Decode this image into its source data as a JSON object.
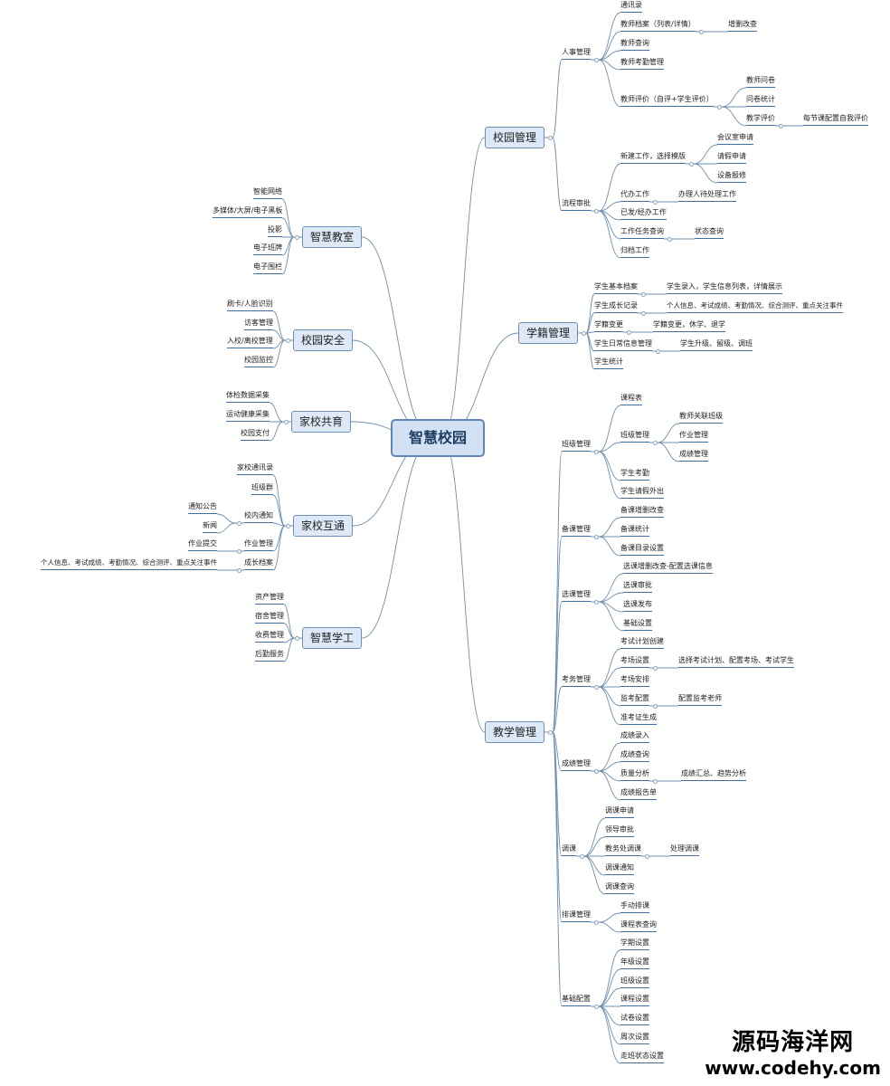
{
  "center": "智慧校园",
  "right": [
    {
      "label": "校园管理",
      "children": [
        {
          "label": "人事管理",
          "children": [
            {
              "label": "通讯录"
            },
            {
              "label": "教师档案（列表/详情）",
              "children": [
                {
                  "label": "增删改查"
                }
              ]
            },
            {
              "label": "教师查询"
            },
            {
              "label": "教师考勤管理"
            },
            {
              "label": "教师评价（自评+学生评价）",
              "children": [
                {
                  "label": "教师问卷"
                },
                {
                  "label": "问卷统计"
                },
                {
                  "label": "教学评价",
                  "children": [
                    {
                      "label": "每节课配置自我评价"
                    }
                  ]
                }
              ]
            }
          ]
        },
        {
          "label": "流程审批",
          "children": [
            {
              "label": "新建工作，选择模版",
              "children": [
                {
                  "label": "会议室申请"
                },
                {
                  "label": "请假申请"
                },
                {
                  "label": "设备报修"
                }
              ]
            },
            {
              "label": "代办工作",
              "children": [
                {
                  "label": "办理人待处理工作"
                }
              ]
            },
            {
              "label": "已发/经办工作"
            },
            {
              "label": "工作任务查询",
              "children": [
                {
                  "label": "状态查询"
                }
              ]
            },
            {
              "label": "归档工作"
            }
          ]
        }
      ]
    },
    {
      "label": "学籍管理",
      "children": [
        {
          "label": "学生基本档案",
          "children": [
            {
              "label": "学生录入，学生信息列表，详情展示"
            }
          ]
        },
        {
          "label": "学生成长记录",
          "children": [
            {
              "label": "个人信息、考试成绩、考勤情况、综合测评、重点关注事件"
            }
          ]
        },
        {
          "label": "学籍变更",
          "children": [
            {
              "label": "学籍变更，休学、退学"
            }
          ]
        },
        {
          "label": "学生日常信息管理",
          "children": [
            {
              "label": "学生升级、留级、调班"
            }
          ]
        },
        {
          "label": "学生统计"
        }
      ]
    },
    {
      "label": "教学管理",
      "children": [
        {
          "label": "班级管理",
          "children": [
            {
              "label": "课程表"
            },
            {
              "label": "班级管理",
              "children": [
                {
                  "label": "教师关联班级"
                },
                {
                  "label": "作业管理"
                },
                {
                  "label": "成绩管理"
                }
              ]
            },
            {
              "label": "学生考勤"
            },
            {
              "label": "学生请假外出"
            }
          ]
        },
        {
          "label": "备课管理",
          "children": [
            {
              "label": "备课增删改查"
            },
            {
              "label": "备课统计"
            },
            {
              "label": "备课目录设置"
            }
          ]
        },
        {
          "label": "选课管理",
          "children": [
            {
              "label": "选课增删改查-配置选课信息"
            },
            {
              "label": "选课审批"
            },
            {
              "label": "选课发布"
            },
            {
              "label": "基础设置"
            }
          ]
        },
        {
          "label": "考务管理",
          "children": [
            {
              "label": "考试计划创建"
            },
            {
              "label": "考场设置",
              "children": [
                {
                  "label": "选择考试计划、配置考场、考试学生"
                }
              ]
            },
            {
              "label": "考场安排"
            },
            {
              "label": "监考配置",
              "children": [
                {
                  "label": "配置监考老师"
                }
              ]
            },
            {
              "label": "准考证生成"
            }
          ]
        },
        {
          "label": "成绩管理",
          "children": [
            {
              "label": "成绩录入"
            },
            {
              "label": "成绩查询"
            },
            {
              "label": "质量分析",
              "children": [
                {
                  "label": "成绩汇总、趋势分析"
                }
              ]
            },
            {
              "label": "成绩报告单"
            }
          ]
        },
        {
          "label": "调课",
          "children": [
            {
              "label": "调课申请"
            },
            {
              "label": "领导审批"
            },
            {
              "label": "教务处调课",
              "children": [
                {
                  "label": "处理调课"
                }
              ]
            },
            {
              "label": "调课通知"
            },
            {
              "label": "调课查询"
            }
          ]
        },
        {
          "label": "排课管理",
          "children": [
            {
              "label": "手动排课"
            },
            {
              "label": "课程表查询"
            }
          ]
        },
        {
          "label": "基础配置",
          "children": [
            {
              "label": "学期设置"
            },
            {
              "label": "年级设置"
            },
            {
              "label": "班级设置"
            },
            {
              "label": "课程设置"
            },
            {
              "label": "试卷设置"
            },
            {
              "label": "周次设置"
            },
            {
              "label": "走班状态设置"
            }
          ]
        }
      ]
    }
  ],
  "left": [
    {
      "label": "智慧教室",
      "children": [
        {
          "label": "智能网络"
        },
        {
          "label": "多媒体/大屏/电子黑板"
        },
        {
          "label": "投影"
        },
        {
          "label": "电子班牌"
        },
        {
          "label": "电子围栏"
        }
      ]
    },
    {
      "label": "校园安全",
      "children": [
        {
          "label": "刷卡/人脸识别"
        },
        {
          "label": "访客管理"
        },
        {
          "label": "入校/离校管理"
        },
        {
          "label": "校园监控"
        }
      ]
    },
    {
      "label": "家校共育",
      "children": [
        {
          "label": "体检数据采集"
        },
        {
          "label": "运动健康采集"
        },
        {
          "label": "校园支付"
        }
      ]
    },
    {
      "label": "家校互通",
      "children": [
        {
          "label": "家校通讯录"
        },
        {
          "label": "班级群"
        },
        {
          "label": "校内通知",
          "children": [
            {
              "label": "通知公告"
            },
            {
              "label": "新闻"
            }
          ]
        },
        {
          "label": "作业管理",
          "children": [
            {
              "label": "作业提交"
            }
          ]
        },
        {
          "label": "成长档案",
          "children": [
            {
              "label": "个人信息、考试成绩、考勤情况、综合测评、重点关注事件"
            }
          ]
        }
      ]
    },
    {
      "label": "智慧学工",
      "children": [
        {
          "label": "资产管理"
        },
        {
          "label": "宿舍管理"
        },
        {
          "label": "收费管理"
        },
        {
          "label": "后勤服务"
        }
      ]
    }
  ],
  "watermark": {
    "name": "源码海洋网",
    "url": "www.codehy.com"
  }
}
